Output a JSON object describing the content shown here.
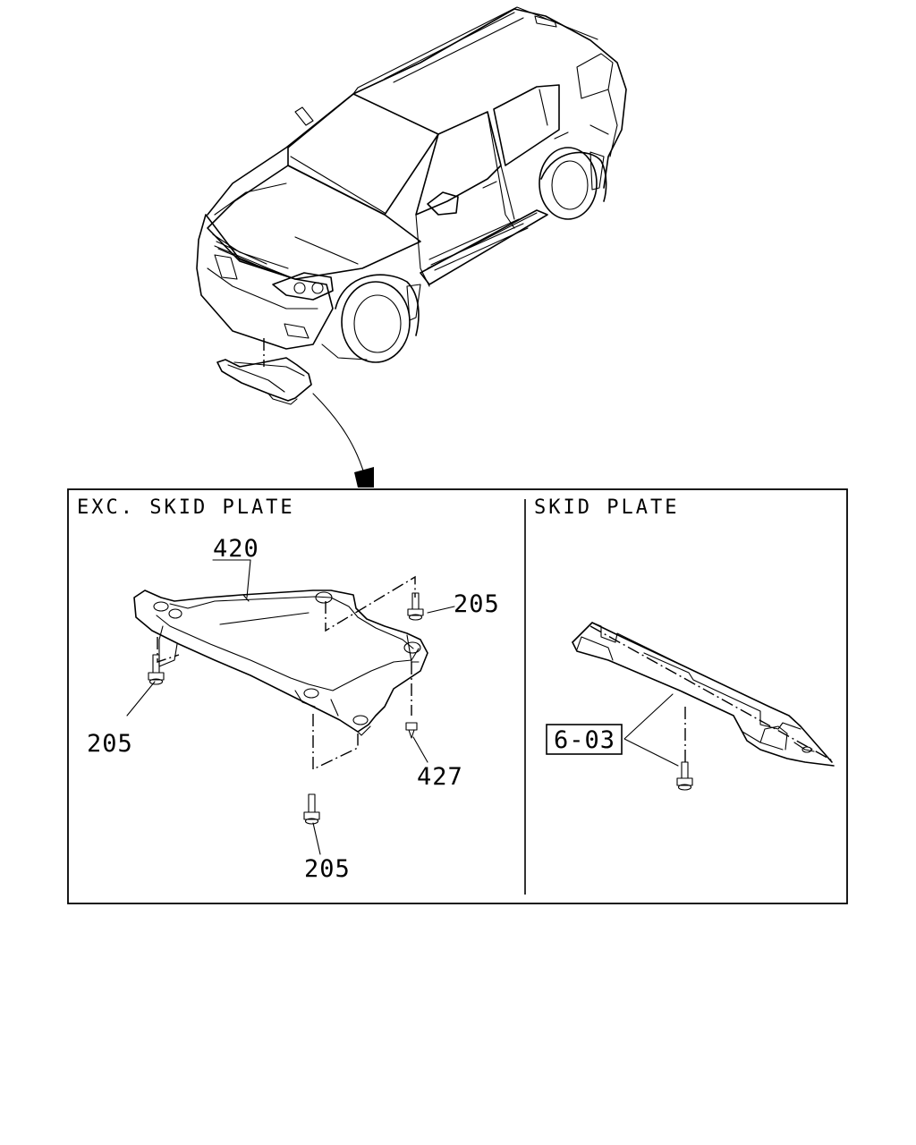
{
  "panels": {
    "left": {
      "title": "EXC. SKID PLATE",
      "callouts": [
        "420",
        "205",
        "205",
        "205",
        "427"
      ]
    },
    "right": {
      "title": "SKID PLATE",
      "callouts": [
        "6-03"
      ]
    }
  },
  "colors": {
    "line": "#000000",
    "background": "#ffffff"
  }
}
